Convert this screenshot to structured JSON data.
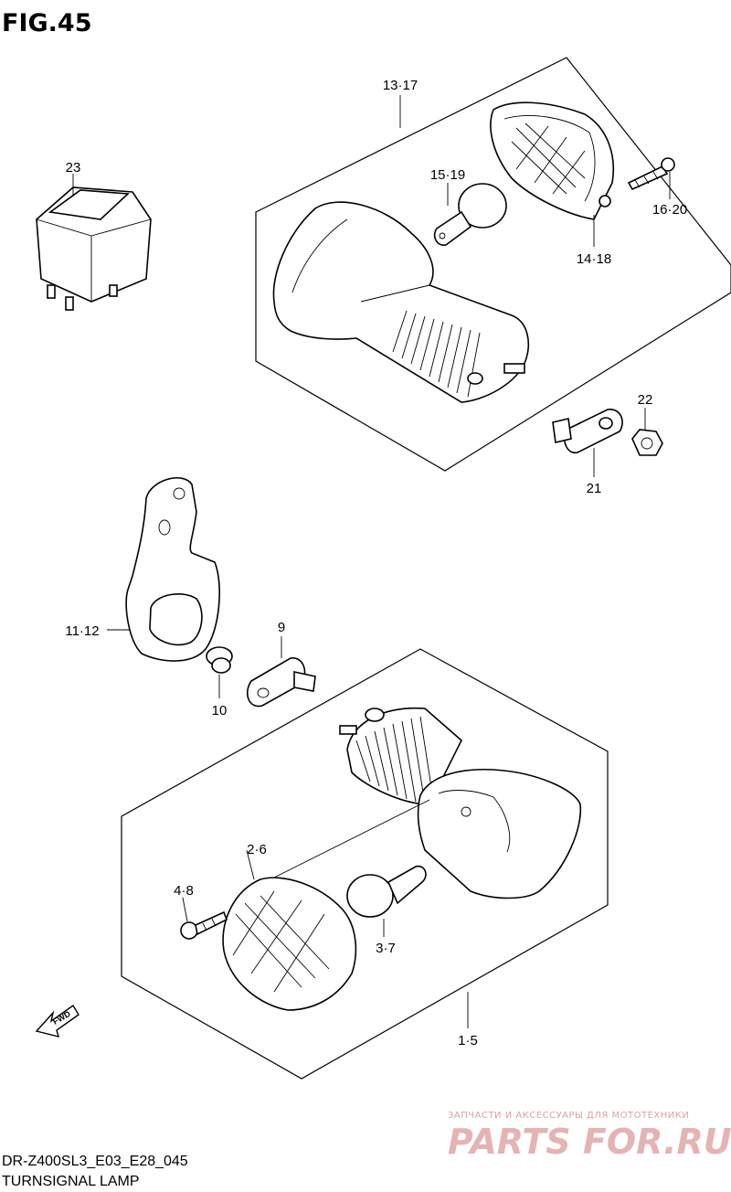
{
  "figure": {
    "title": "FIG.45",
    "model_code": "DR-Z400SL3_E03_E28_045",
    "caption": "TURNSIGNAL LAMP"
  },
  "callouts": {
    "c13_17": "13·17",
    "c15_19": "15·19",
    "c16_20": "16·20",
    "c14_18": "14·18",
    "c23": "23",
    "c22": "22",
    "c21": "21",
    "c11_12": "11·12",
    "c9": "9",
    "c10": "10",
    "c2_6": "2·6",
    "c4_8": "4·8",
    "c3_7": "3·7",
    "c1_5": "1·5"
  },
  "fwd_label": "FWD",
  "watermark": {
    "line1": "ЗАПЧАСТИ И АКСЕССУАРЫ ДЛЯ МОТОТЕХНИКИ",
    "line2": "PARTS FOR.RU"
  }
}
